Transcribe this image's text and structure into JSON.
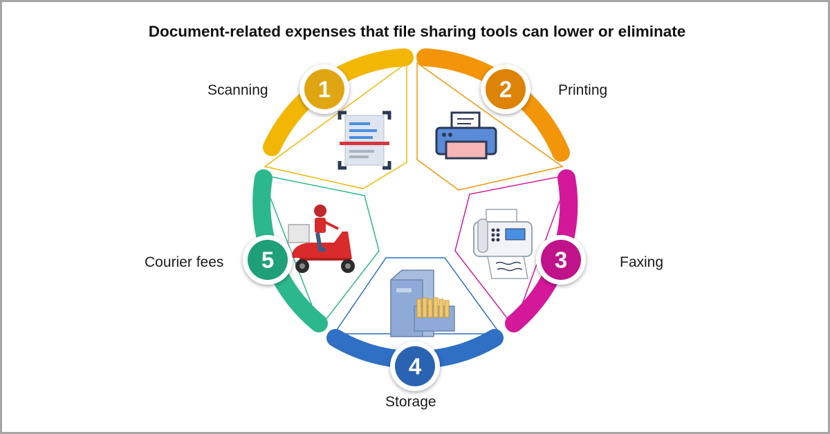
{
  "title": "Document-related expenses that file sharing tools can lower or eliminate",
  "items": [
    {
      "number": "1",
      "label": "Scanning",
      "color": "#f2b705",
      "badge": "#e0a512",
      "icon": "document-scanner-icon"
    },
    {
      "number": "2",
      "label": "Printing",
      "color": "#f39508",
      "badge": "#dd8307",
      "icon": "printer-icon"
    },
    {
      "number": "3",
      "label": "Faxing",
      "color": "#d4189a",
      "badge": "#c0128a",
      "icon": "fax-machine-icon"
    },
    {
      "number": "4",
      "label": "Storage",
      "color": "#2f6fc4",
      "badge": "#2a63b2",
      "icon": "filing-cabinet-icon"
    },
    {
      "number": "5",
      "label": "Courier fees",
      "color": "#2cb88c",
      "badge": "#1fa078",
      "icon": "courier-scooter-icon"
    }
  ]
}
